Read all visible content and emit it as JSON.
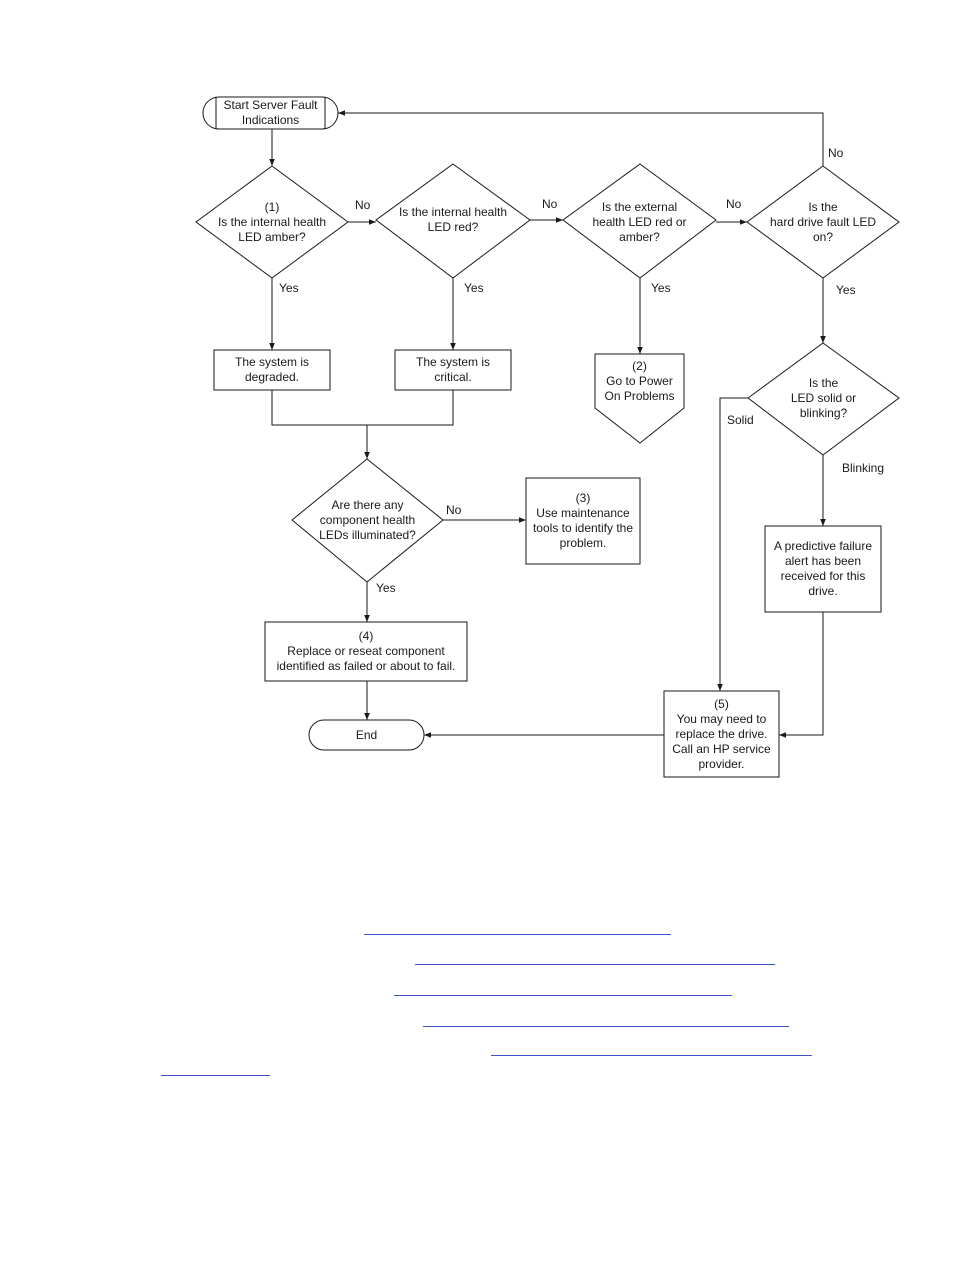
{
  "flowchart": {
    "nodes": {
      "start": "Start Server Fault\nIndications",
      "q1": "(1)\nIs the internal health\nLED amber?",
      "q2": "Is the internal health\nLED red?",
      "q3": "Is the external\nhealth LED red or\namber?",
      "q4": "Is the\nhard drive fault LED\non?",
      "degraded": "The system is\ndegraded.",
      "critical": "The system is\ncritical.",
      "power": "(2)\nGo to Power\nOn Problems",
      "q5": "Is the\nLED solid or\nblinking?",
      "q6": "Are there any\ncomponent health\nLEDs illuminated?",
      "tools": "(3)\nUse maintenance\ntools to identify the\nproblem.",
      "predictive": "A predictive failure\nalert has been\nreceived for this\ndrive.",
      "replace": "(4)\nReplace or reseat component\nidentified as failed or about to fail.",
      "drive": "(5)\nYou may need to\nreplace the drive.\nCall an HP service\nprovider.",
      "end": "End"
    },
    "edges": {
      "q1_no": "No",
      "q2_no": "No",
      "q3_no": "No",
      "q4_no": "No",
      "q1_yes": "Yes",
      "q2_yes": "Yes",
      "q3_yes": "Yes",
      "q4_yes": "Yes",
      "q5_solid": "Solid",
      "q5_blinking": "Blinking",
      "q6_no": "No",
      "q6_yes": "Yes"
    }
  },
  "colors": {
    "line": "#1a1a1a",
    "link": "#3b55c9"
  }
}
